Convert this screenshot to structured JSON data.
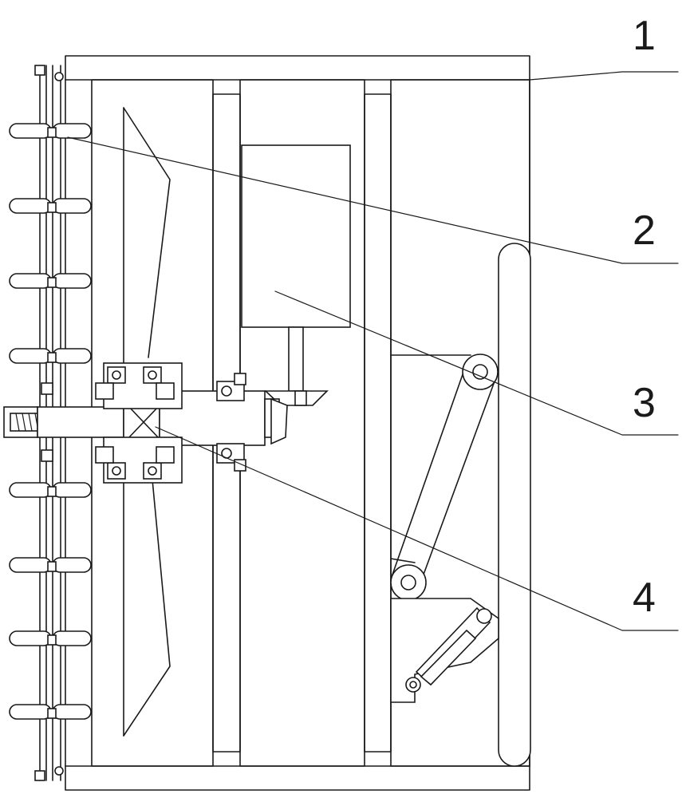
{
  "diagram": {
    "callouts": [
      {
        "label": "1"
      },
      {
        "label": "2"
      },
      {
        "label": "3"
      },
      {
        "label": "4"
      }
    ]
  }
}
